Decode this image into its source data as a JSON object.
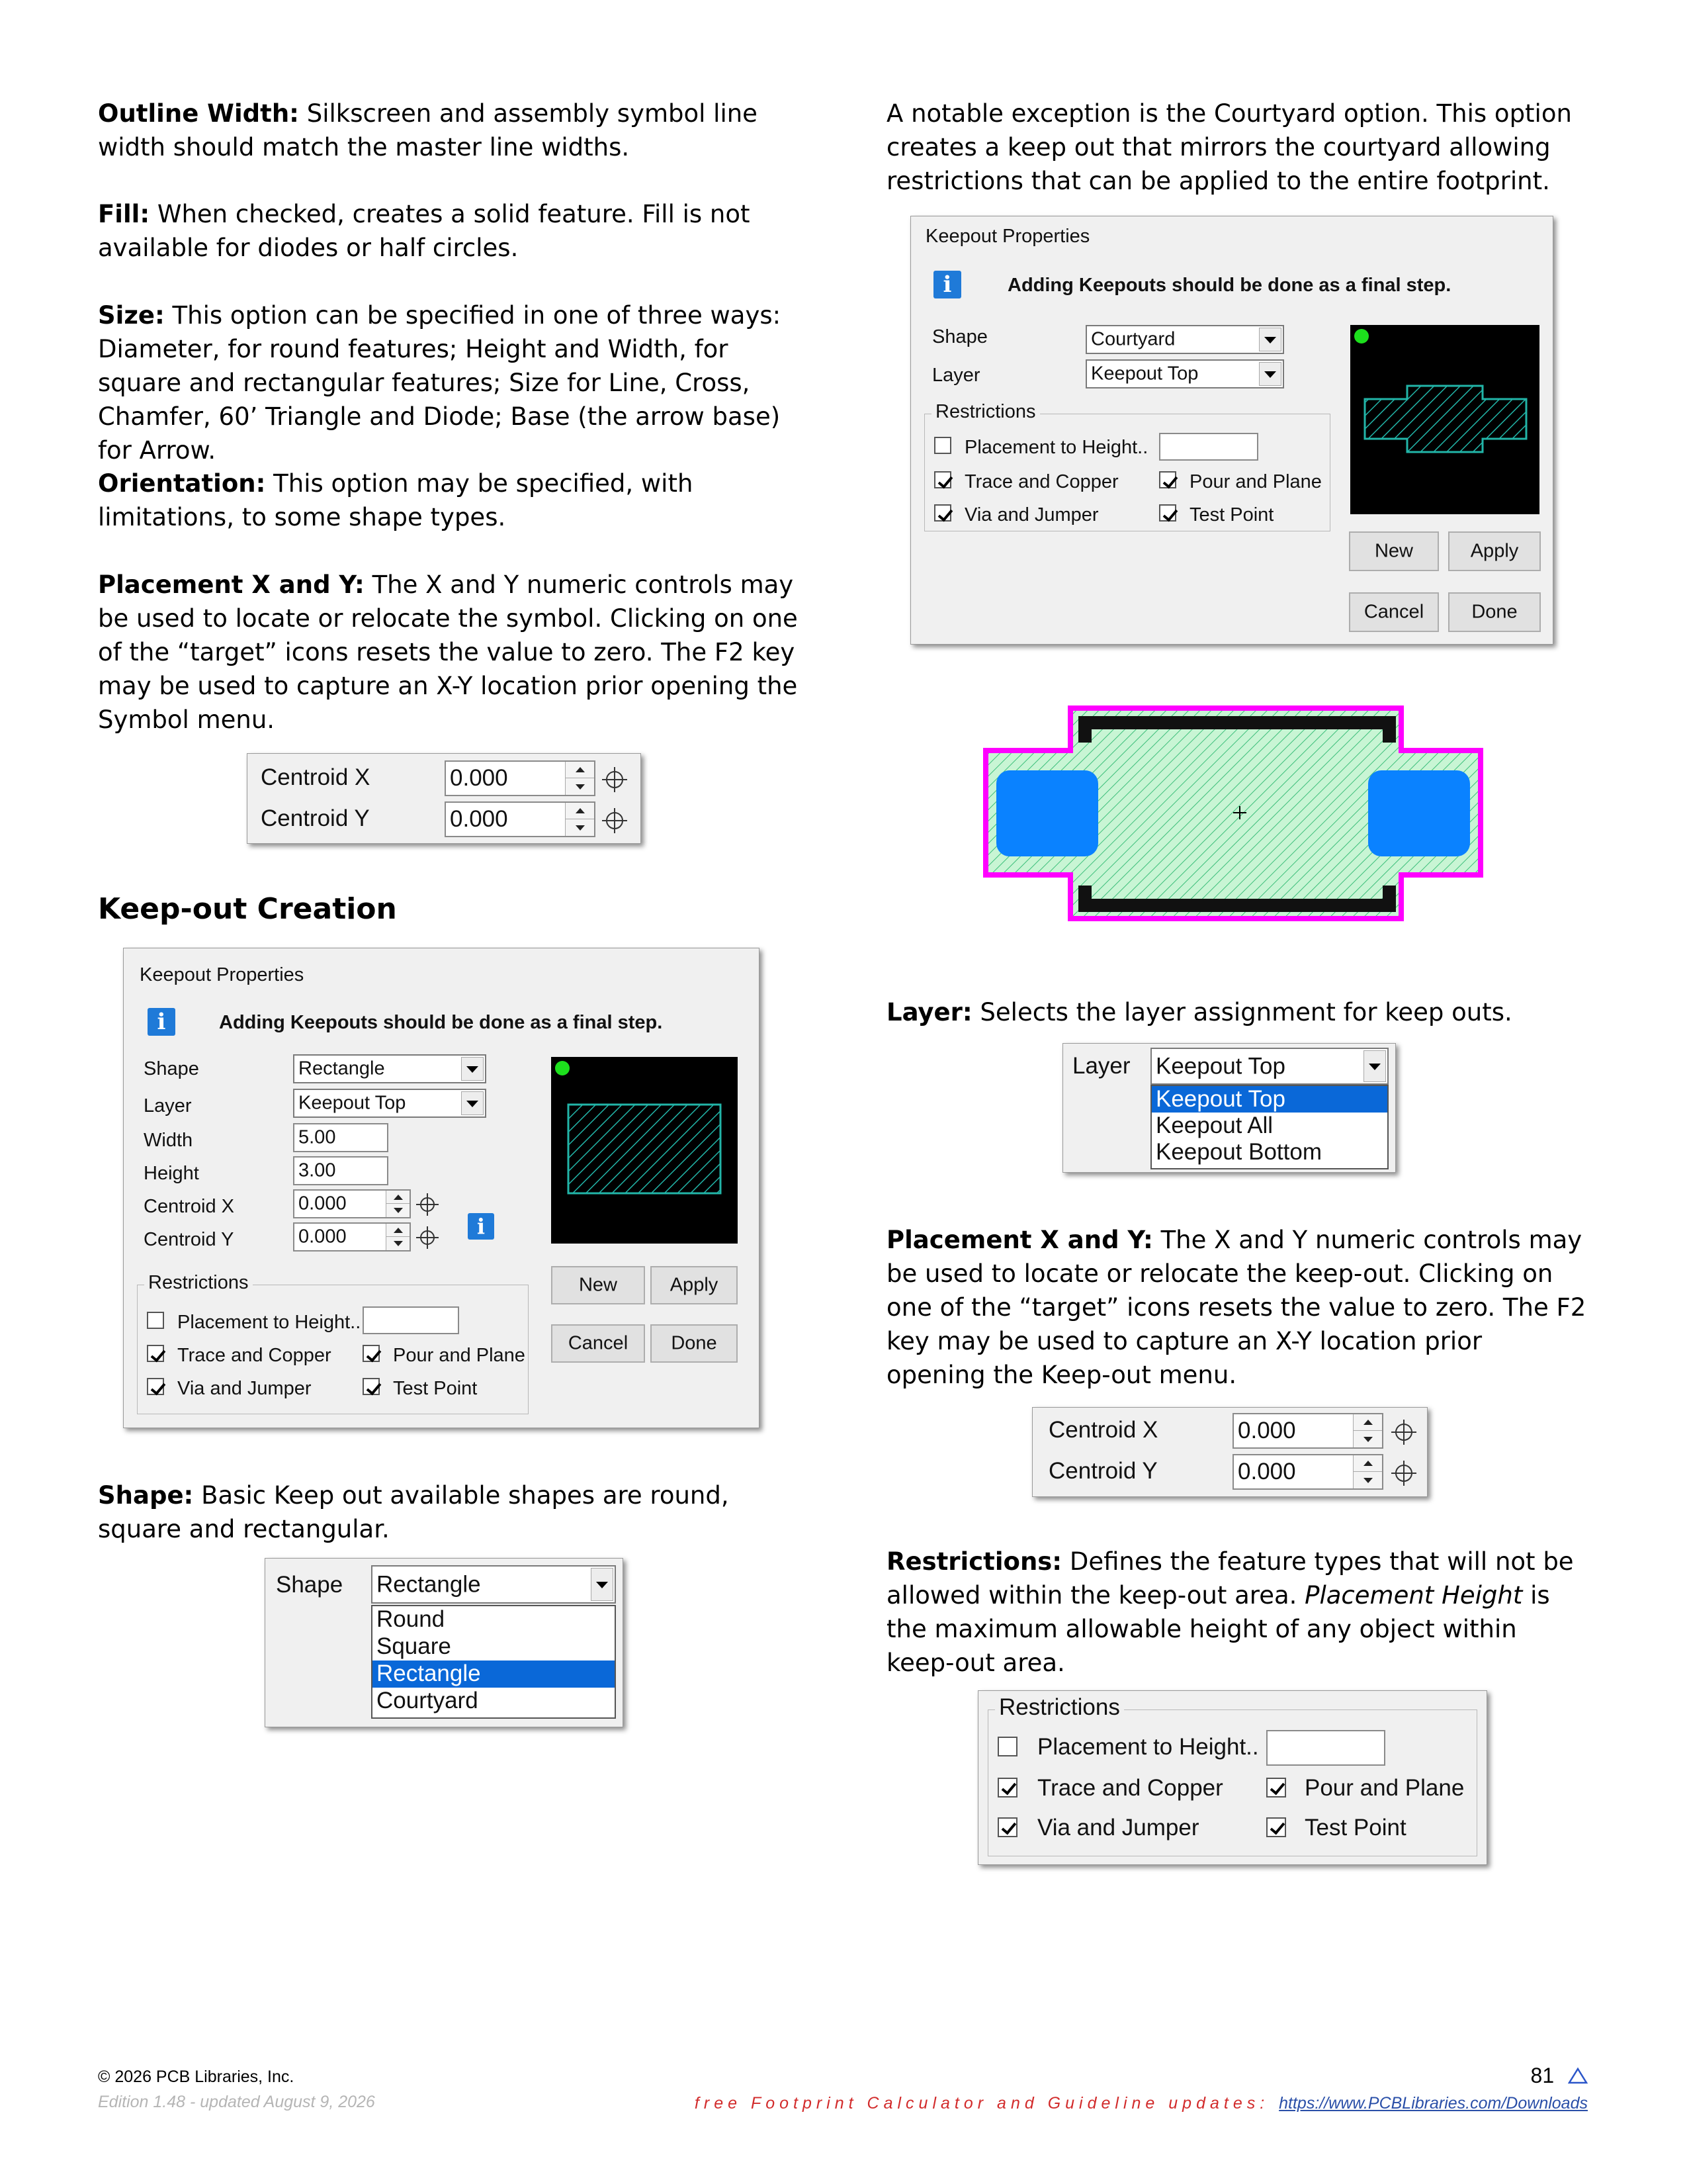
{
  "left_column": {
    "outline_width": {
      "label": "Outline Width:",
      "text": " Silkscreen and assembly symbol line width should match the master line widths."
    },
    "fill": {
      "label": "Fill:",
      "text": " When checked, creates a solid feature. Fill is not available for diodes or half circles."
    },
    "size": {
      "label": "Size:",
      "text": " This option can be specified in one of three ways: Diameter, for round features; Height and Width, for square and rectangular features; Size for Line, Cross, Chamfer, 60’ Triangle and Diode; Base (the arrow base) for Arrow."
    },
    "orientation": {
      "label": "Orientation:",
      "text": " This option may be specified, with limitations, to some shape types."
    },
    "placement": {
      "label": "Placement X and Y:",
      "text": " The X and Y numeric controls may be used to locate or relocate the symbol. Clicking on one of the “target” icons resets the value to zero. The F2 key may be used to capture an X-Y location prior opening the Symbol menu."
    },
    "section_heading": "Keep-out Creation",
    "shape": {
      "label": "Shape:",
      "text": " Basic Keep out available shapes are round, square and rectangular."
    }
  },
  "right_column": {
    "exception": {
      "text": "A notable exception is the Courtyard option. This option creates a keep out that mirrors the courtyard allowing restrictions that can be applied to the entire footprint."
    },
    "layer": {
      "label": "Layer:",
      "text": " Selects the layer assignment for keep outs."
    },
    "placement": {
      "label": "Placement X and Y:",
      "text": " The X and Y numeric controls may be used to locate or relocate the keep-out. Clicking on one of the “target” icons resets the value to zero. The F2 key may be used to capture an X-Y location prior opening the Keep-out menu."
    },
    "restrictions": {
      "label": "Restrictions:",
      "text_a": " Defines the feature types that will not be allowed within the keep-out area. ",
      "italic": "Placement Height",
      "text_b": " is the maximum allowable height of any object within keep-out area."
    }
  },
  "centroid": {
    "x_label": "Centroid X",
    "y_label": "Centroid Y",
    "x_value": "0.000",
    "y_value": "0.000"
  },
  "dialog_rect": {
    "title": "Keepout Properties",
    "info_icon": "i",
    "notice": "Adding Keepouts should be done as a final step.",
    "shape_label": "Shape",
    "shape_value": "Rectangle",
    "layer_label": "Layer",
    "layer_value": "Keepout Top",
    "width_label": "Width",
    "width_value": "5.00",
    "height_label": "Height",
    "height_value": "3.00",
    "cx_label": "Centroid X",
    "cx_value": "0.000",
    "cy_label": "Centroid Y",
    "cy_value": "0.000"
  },
  "dialog_courtyard": {
    "title": "Keepout Properties",
    "notice": "Adding Keepouts should be done as a final step.",
    "shape_label": "Shape",
    "shape_value": "Courtyard",
    "layer_label": "Layer",
    "layer_value": "Keepout Top"
  },
  "restrictions": {
    "group_label": "Restrictions",
    "placement_height": {
      "label": "Placement to Height..",
      "checked": false
    },
    "trace_copper": {
      "label": "Trace and Copper",
      "checked": true
    },
    "pour_plane": {
      "label": "Pour and Plane",
      "checked": true
    },
    "via_jumper": {
      "label": "Via and Jumper",
      "checked": true
    },
    "test_point": {
      "label": "Test Point",
      "checked": true
    }
  },
  "buttons": {
    "new": "New",
    "apply": "Apply",
    "cancel": "Cancel",
    "done": "Done"
  },
  "shape_dropdown": {
    "label": "Shape",
    "selected": "Rectangle",
    "options": [
      "Round",
      "Square",
      "Rectangle",
      "Courtyard"
    ]
  },
  "layer_dropdown": {
    "label": "Layer",
    "selected": "Keepout Top",
    "options": [
      "Keepout Top",
      "Keepout All",
      "Keepout Bottom"
    ]
  },
  "colors": {
    "hatch": "#22b5a8",
    "courtyard_outline": "#ff00ff",
    "pad": "#0a82ff",
    "fill": "#c8f5d4",
    "selection": "#0a68d8",
    "footer_red": "#d22b2b"
  },
  "footer": {
    "copyright": "© 2026 PCB Libraries, Inc.",
    "edition": "Edition 1.48 - updated August 9, 2026",
    "promo": "free Footprint Calculator and Guideline updates:",
    "link": "https://www.PCBLibraries.com/Downloads",
    "page_number": "81"
  }
}
